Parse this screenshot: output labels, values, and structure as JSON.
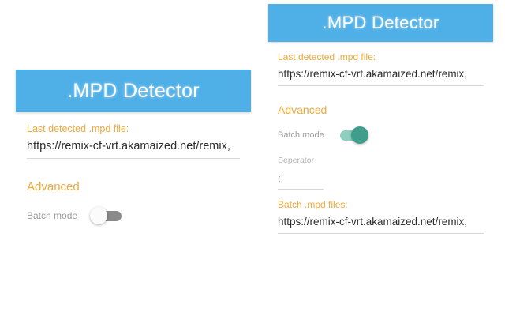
{
  "background_color": "#ffffff",
  "accent_colors": {
    "app_bar_blue": "#4FB0E8",
    "label_orange": "#F0A93B",
    "switch_on_teal": "#3f9e8b",
    "switch_off_gray": "#8a8a8a",
    "underline_gray": "#d8d8d8"
  },
  "left_panel": {
    "app_bar": {
      "title": ".MPD Detector"
    },
    "last_detected": {
      "label": "Last detected .mpd file:",
      "value": "https://remix-cf-vrt.akamaized.net/remix,"
    },
    "advanced": {
      "heading": "Advanced",
      "batch_mode": {
        "label": "Batch mode",
        "state": "off"
      }
    }
  },
  "right_panel": {
    "app_bar": {
      "title": ".MPD Detector"
    },
    "last_detected": {
      "label": "Last detected .mpd file:",
      "value": "https://remix-cf-vrt.akamaized.net/remix,"
    },
    "advanced": {
      "heading": "Advanced",
      "batch_mode": {
        "label": "Batch mode",
        "state": "on"
      },
      "separator": {
        "label": "Seperator",
        "value": ";"
      }
    },
    "batch_files": {
      "label": "Batch .mpd files:",
      "value": "https://remix-cf-vrt.akamaized.net/remix,"
    }
  }
}
